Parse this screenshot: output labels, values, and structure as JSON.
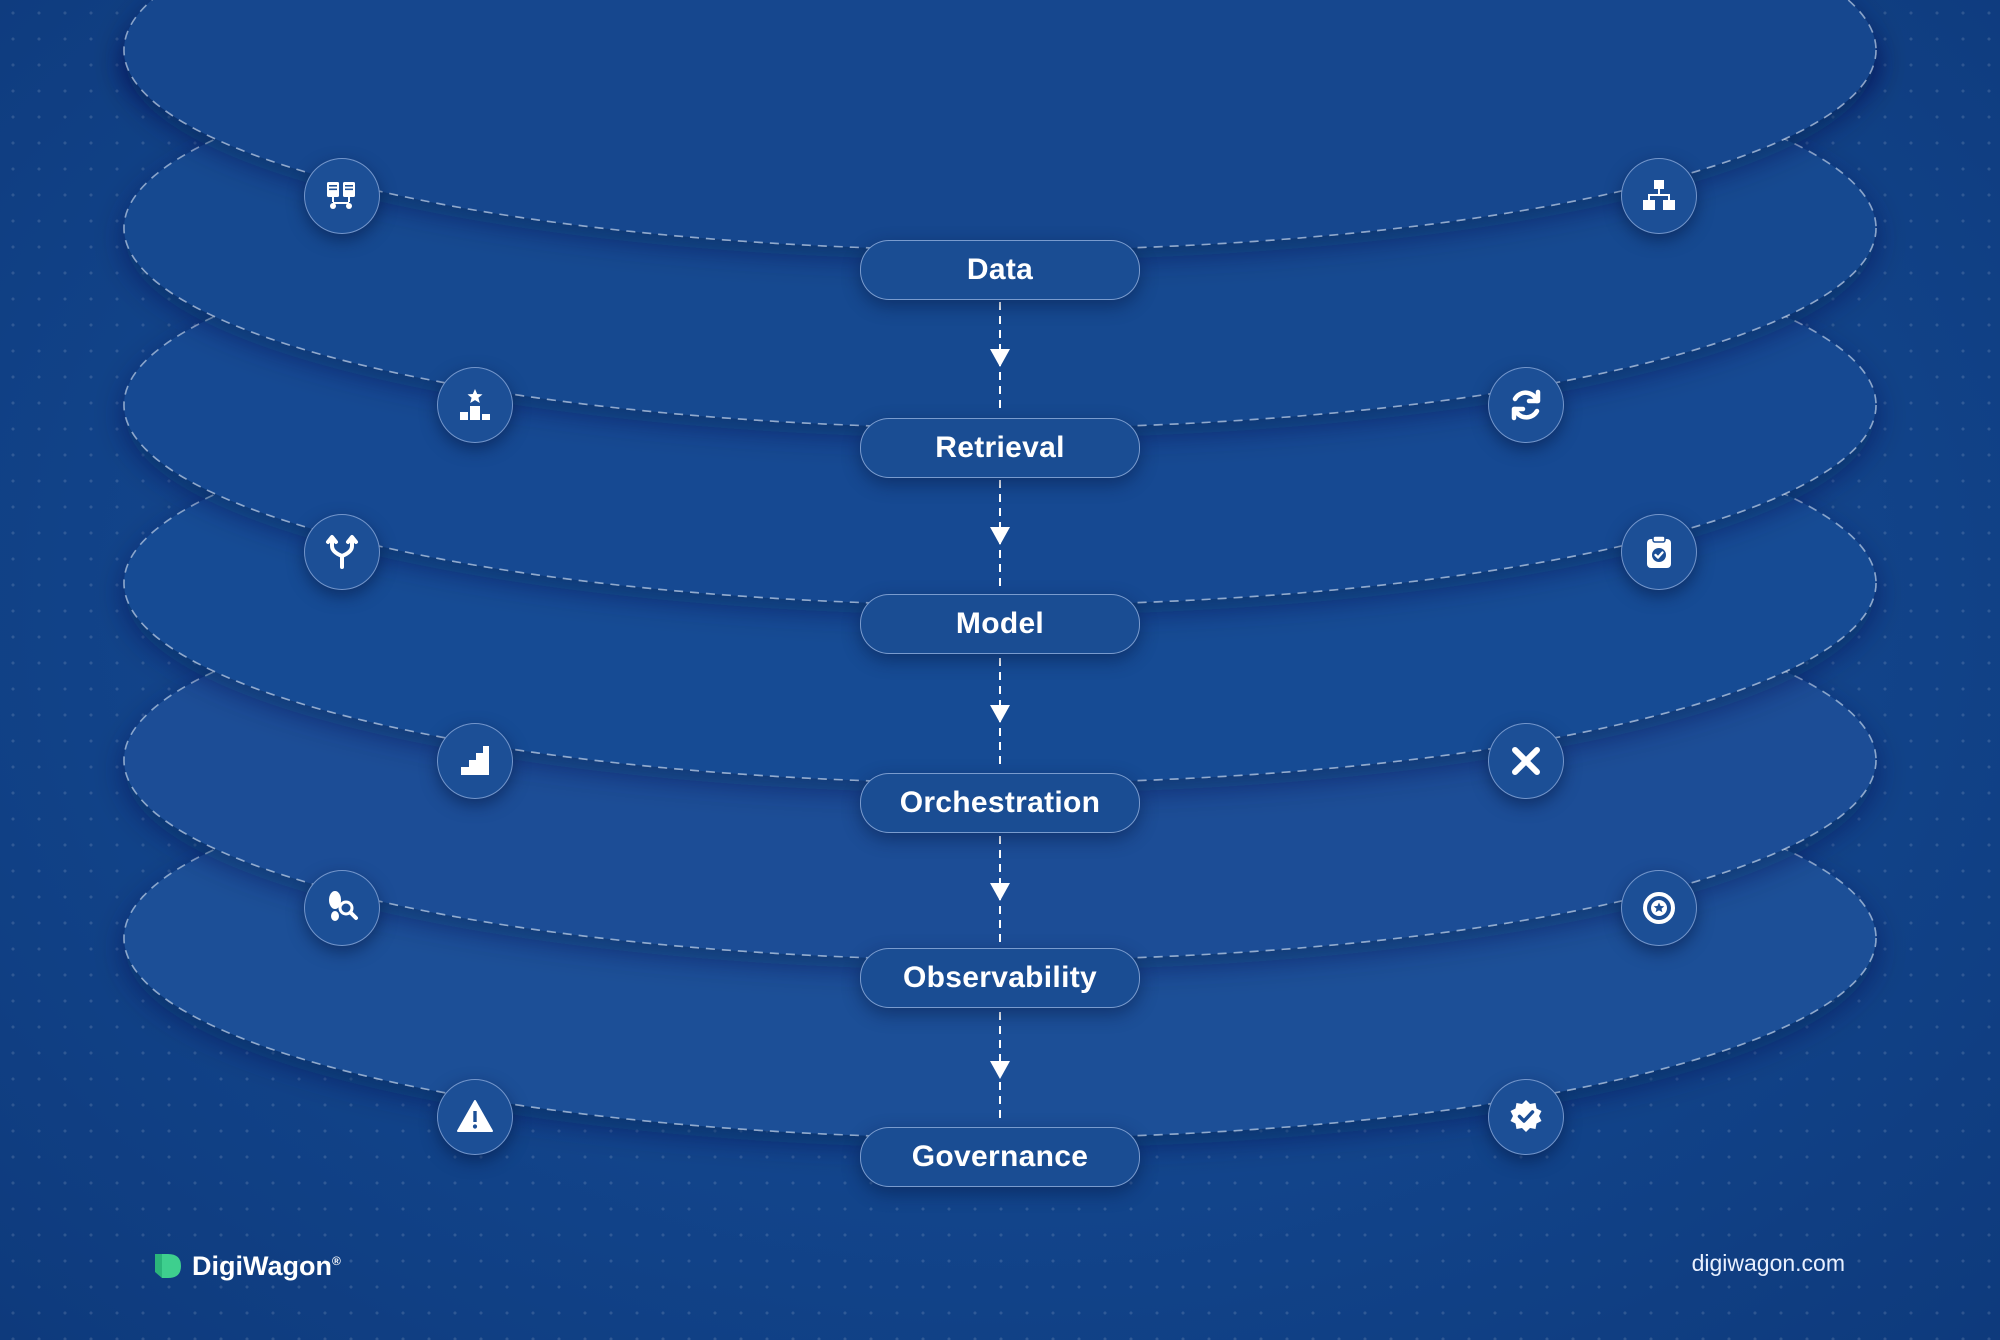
{
  "layers": [
    {
      "label": "Data",
      "left_icon": "document-flow-icon",
      "right_icon": "hierarchy-icon"
    },
    {
      "label": "Retrieval",
      "left_icon": "ranking-podium-icon",
      "right_icon": "sync-arrows-icon"
    },
    {
      "label": "Model",
      "left_icon": "merge-arrows-icon",
      "right_icon": "clipboard-check-icon"
    },
    {
      "label": "Orchestration",
      "left_icon": "stairs-icon",
      "right_icon": "close-icon"
    },
    {
      "label": "Observability",
      "left_icon": "footprint-search-icon",
      "right_icon": "star-badge-icon"
    },
    {
      "label": "Governance",
      "left_icon": "warning-icon",
      "right_icon": "verified-badge-icon"
    }
  ],
  "brand": {
    "name": "DigiWagon",
    "mark": "®",
    "logo_icon": "digiwagon-logo-icon"
  },
  "website": "digiwagon.com",
  "colors": {
    "background": "#13478f",
    "brand_accent": "#3ecf8e",
    "text": "#ffffff"
  }
}
